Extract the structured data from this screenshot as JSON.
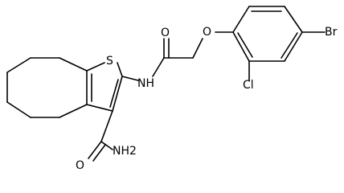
{
  "molecule": {
    "atoms": {
      "s": "S",
      "nh": "NH",
      "o_amide": "O",
      "o_ether": "O",
      "br": "Br",
      "cl": "Cl",
      "nh2": "NH2",
      "o_carboxamide": "O"
    }
  }
}
